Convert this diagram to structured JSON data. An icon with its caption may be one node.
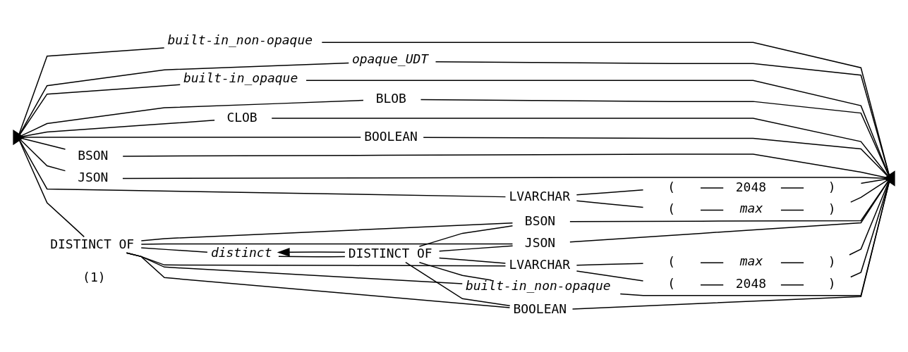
{
  "diagram": {
    "nodes": [
      {
        "text": [],
        "shape": "triangle"
      },
      {
        "text": [
          "built-in_non-opaque"
        ]
      },
      {
        "text": [
          "opaque_UDT"
        ]
      },
      {
        "text": [
          "built-in_opaque"
        ]
      },
      {
        "text": [
          "BLOB"
        ]
      },
      {
        "text": [
          "CLOB"
        ]
      },
      {
        "text": [
          "BOOLEAN"
        ]
      },
      {
        "text": [
          "BSON"
        ]
      },
      {
        "text": [
          "JSON"
        ]
      },
      {
        "text": [
          "LVARCHAR"
        ]
      },
      {
        "text": [
          "("
        ]
      },
      {
        "text": [
          "2048"
        ]
      },
      {
        "text": [
          ")"
        ]
      },
      {
        "text": [
          "("
        ]
      },
      {
        "text": [
          "max"
        ]
      },
      {
        "text": [
          ")"
        ]
      },
      {
        "text": [
          "DISTINCT OF"
        ]
      },
      {
        "text": [
          "distinct"
        ]
      },
      {
        "text": [
          "DISTINCT OF"
        ]
      },
      {
        "text": [
          "BOOLEAN"
        ]
      },
      {
        "text": [
          "BSON"
        ]
      },
      {
        "text": [
          "JSON"
        ]
      },
      {
        "text": [
          "LVARCHAR"
        ]
      },
      {
        "text": [
          "("
        ]
      },
      {
        "text": [
          "2048"
        ]
      },
      {
        "text": [
          ")"
        ]
      },
      {
        "text": [
          "("
        ]
      },
      {
        "text": [
          "max"
        ]
      },
      {
        "text": [
          ")"
        ]
      },
      {
        "text": [
          "built-in_non-opaque"
        ]
      },
      {
        "text": [],
        "shape": "triangle"
      }
    ],
    "edges": [
      {
        "from": 0,
        "to": 1,
        "arrow": "none"
      },
      {
        "from": 0,
        "to": 2,
        "arrow": "none"
      },
      {
        "from": 0,
        "to": 3,
        "arrow": "none"
      },
      {
        "from": 0,
        "to": 4,
        "arrow": "none"
      },
      {
        "from": 0,
        "to": 5,
        "arrow": "none"
      },
      {
        "from": 0,
        "to": 6,
        "arrow": "none"
      },
      {
        "from": 0,
        "to": 7,
        "arrow": "none"
      },
      {
        "from": 0,
        "to": 8,
        "arrow": "none"
      },
      {
        "from": 0,
        "to": 9,
        "arrow": "none"
      },
      {
        "from": 0,
        "to": 16,
        "arrow": "none"
      },
      {
        "from": 1,
        "to": 30,
        "arrow": "none"
      },
      {
        "from": 2,
        "to": 30,
        "arrow": "none"
      },
      {
        "from": 3,
        "to": 30,
        "arrow": "none"
      },
      {
        "from": 4,
        "to": 30,
        "arrow": "none"
      },
      {
        "from": 5,
        "to": 30,
        "arrow": "none"
      },
      {
        "from": 6,
        "to": 30,
        "arrow": "none"
      },
      {
        "from": 7,
        "to": 30,
        "arrow": "none"
      },
      {
        "from": 8,
        "to": 30,
        "arrow": "none"
      },
      {
        "from": 9,
        "to": 10,
        "arrow": "none"
      },
      {
        "from": 9,
        "to": 13,
        "arrow": "none"
      },
      {
        "from": 10,
        "to": 11,
        "arrow": "none"
      },
      {
        "from": 11,
        "to": 12,
        "arrow": "none"
      },
      {
        "from": 13,
        "to": 14,
        "arrow": "none"
      },
      {
        "from": 14,
        "to": 15,
        "arrow": "none"
      },
      {
        "from": 12,
        "to": 30,
        "arrow": "none"
      },
      {
        "from": 15,
        "to": 30,
        "arrow": "none"
      },
      {
        "from": 16,
        "to": 17,
        "arrow": "none"
      },
      {
        "from": 17,
        "to": 18,
        "arrow": "none"
      },
      {
        "from": 18,
        "to": 17,
        "arrow": "to"
      },
      {
        "from": 16,
        "to": 19,
        "arrow": "none"
      },
      {
        "from": 16,
        "to": 20,
        "arrow": "none"
      },
      {
        "from": 16,
        "to": 21,
        "arrow": "none"
      },
      {
        "from": 16,
        "to": 22,
        "arrow": "none"
      },
      {
        "from": 16,
        "to": 29,
        "arrow": "none"
      },
      {
        "from": 18,
        "to": 19,
        "arrow": "none"
      },
      {
        "from": 18,
        "to": 20,
        "arrow": "none"
      },
      {
        "from": 18,
        "to": 21,
        "arrow": "none"
      },
      {
        "from": 18,
        "to": 22,
        "arrow": "none"
      },
      {
        "from": 18,
        "to": 29,
        "arrow": "none"
      },
      {
        "from": 19,
        "to": 30,
        "arrow": "none"
      },
      {
        "from": 20,
        "to": 30,
        "arrow": "none"
      },
      {
        "from": 21,
        "to": 30,
        "arrow": "none"
      },
      {
        "from": 22,
        "to": 23,
        "arrow": "none"
      },
      {
        "from": 22,
        "to": 26,
        "arrow": "none"
      },
      {
        "from": 23,
        "to": 24,
        "arrow": "none"
      },
      {
        "from": 24,
        "to": 25,
        "arrow": "none"
      },
      {
        "from": 26,
        "to": 27,
        "arrow": "none"
      },
      {
        "from": 27,
        "to": 28,
        "arrow": "none"
      },
      {
        "from": 25,
        "to": 30,
        "arrow": "none"
      },
      {
        "from": 28,
        "to": 30,
        "arrow": "none"
      },
      {
        "from": 29,
        "to": 30,
        "arrow": "none"
      }
    ],
    "labels": [
      "(1)"
    ]
  }
}
